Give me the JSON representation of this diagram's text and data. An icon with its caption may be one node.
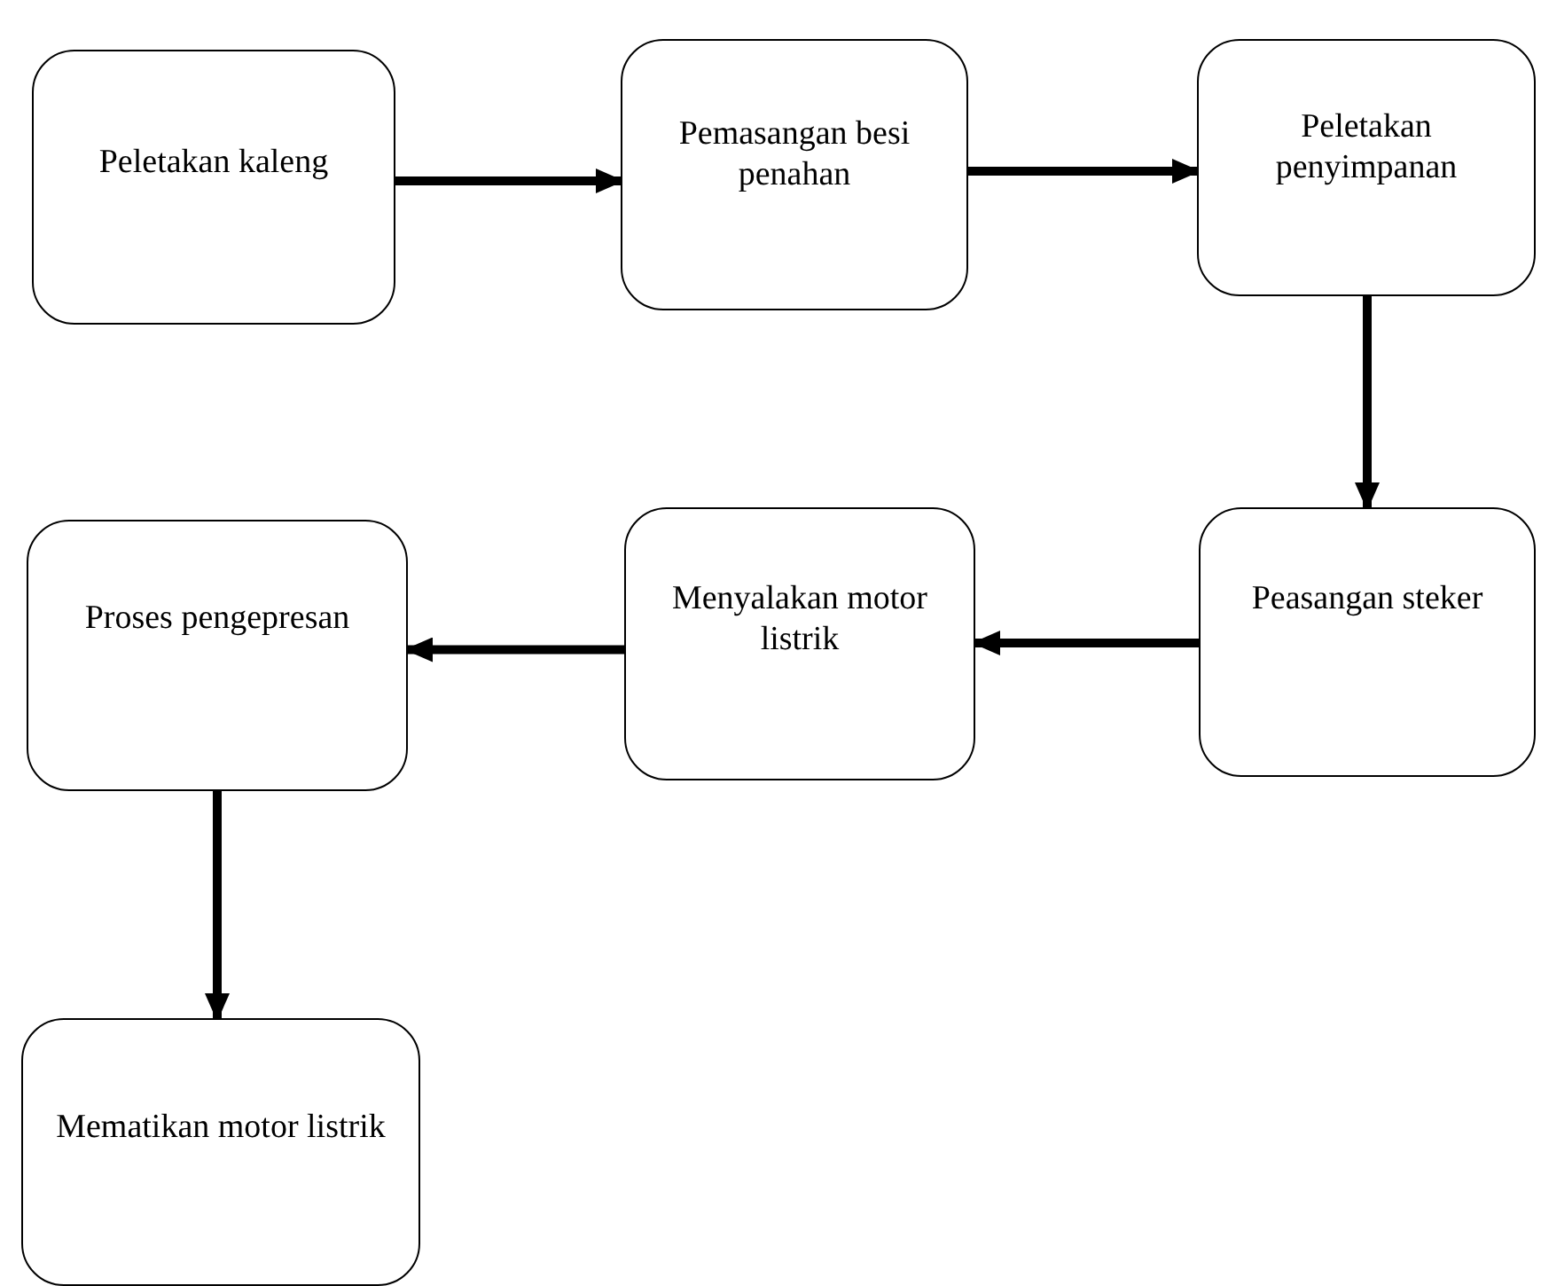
{
  "diagram": {
    "nodes": [
      {
        "text": [
          "Peletakan kaleng"
        ]
      },
      {
        "text": [
          "Pemasangan besi penahan"
        ]
      },
      {
        "text": [
          "Peletakan penyimpanan"
        ]
      },
      {
        "text": [
          "Peasangan steker"
        ]
      },
      {
        "text": [
          "Menyalakan motor listrik"
        ]
      },
      {
        "text": [
          "Proses pengepresan"
        ]
      },
      {
        "text": [
          "Mematikan motor listrik"
        ]
      }
    ],
    "edges": [
      {
        "from": 0,
        "to": 1,
        "arrow": "to"
      },
      {
        "from": 1,
        "to": 2,
        "arrow": "to"
      },
      {
        "from": 2,
        "to": 3,
        "arrow": "to"
      },
      {
        "from": 3,
        "to": 4,
        "arrow": "to"
      },
      {
        "from": 4,
        "to": 5,
        "arrow": "to"
      },
      {
        "from": 5,
        "to": 6,
        "arrow": "to"
      }
    ]
  }
}
